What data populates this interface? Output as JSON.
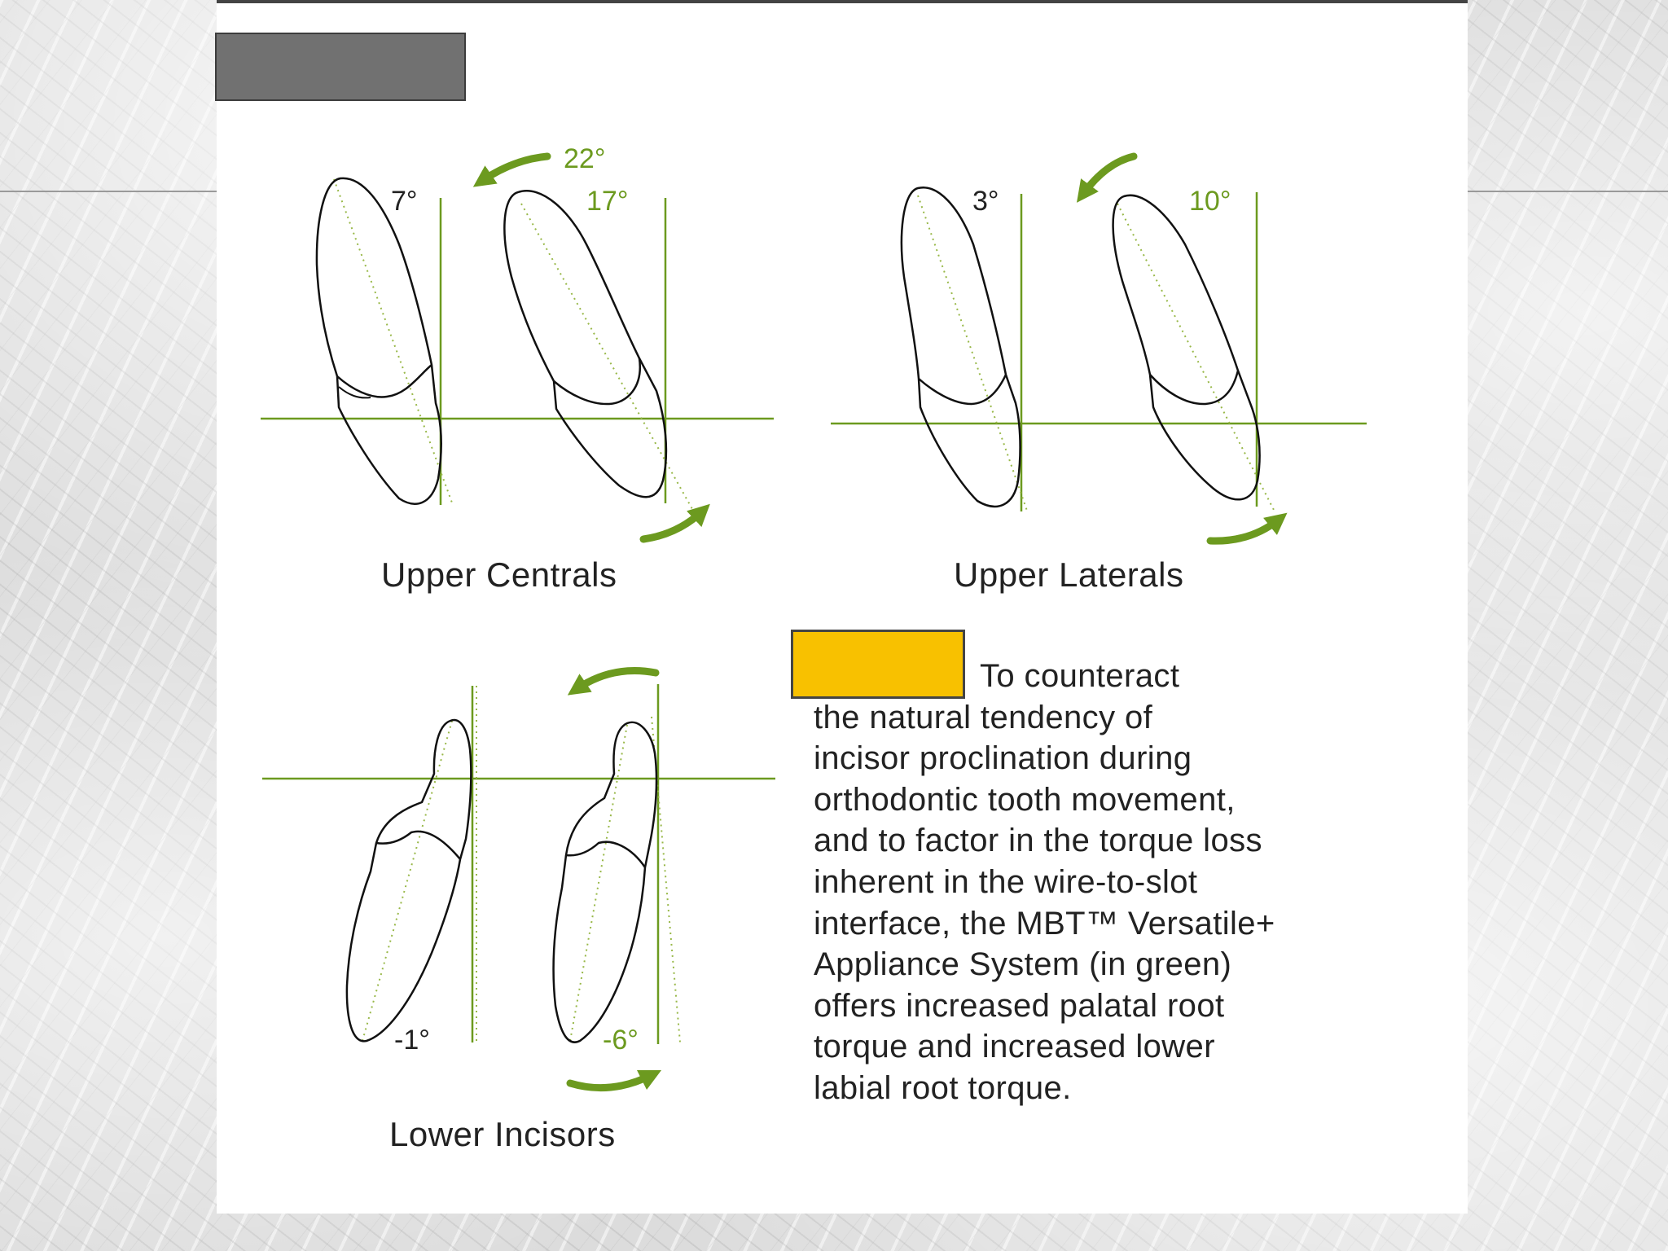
{
  "colors": {
    "accent_green": "#6c9a1f",
    "tooth_outline": "#111111",
    "highlight_yellow": "#f8c100",
    "title_box_gray": "#717171"
  },
  "diagram": {
    "upper_centrals": {
      "caption": "Upper Centrals",
      "standard_angle": "7°",
      "versatile_angle": "17°",
      "torque_delta": "22°"
    },
    "upper_laterals": {
      "caption": "Upper Laterals",
      "standard_angle": "3°",
      "versatile_angle": "10°"
    },
    "lower_incisors": {
      "caption": "Lower Incisors",
      "standard_angle": "-1°",
      "versatile_angle": "-6°"
    }
  },
  "description": {
    "lines": [
      "To counteract",
      "the natural tendency of",
      "incisor proclination during",
      "orthodontic tooth movement,",
      "and to factor in the torque loss",
      "inherent in the wire-to-slot",
      "interface, the MBT™ Versatile+",
      "Appliance System (in green)",
      "offers increased palatal root",
      "torque and increased lower",
      "labial root torque."
    ]
  }
}
